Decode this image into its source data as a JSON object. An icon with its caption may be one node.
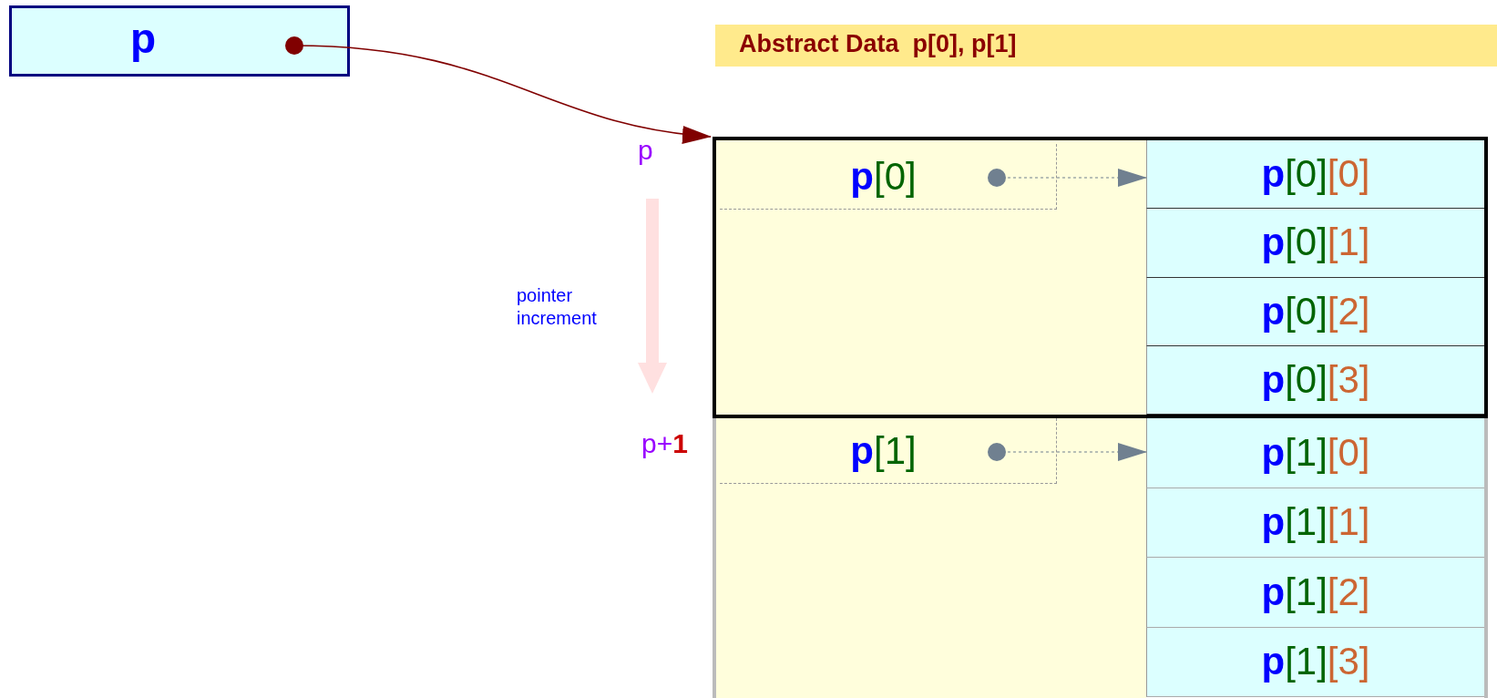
{
  "diagram": {
    "nodes": [
      {
        "text": [
          "p"
        ]
      },
      {
        "text": [
          "Abstract Data  p[0], p[1]"
        ]
      },
      {
        "text": [],
        "shape": "box"
      },
      {
        "text": [
          "p[0]"
        ],
        "in": 2
      },
      {
        "text": [
          "p[0][0]"
        ],
        "in": 2
      },
      {
        "text": [
          "p[0][1]"
        ],
        "in": 2
      },
      {
        "text": [
          "p[0][2]"
        ],
        "in": 2
      },
      {
        "text": [
          "p[0][3]"
        ],
        "in": 2
      },
      {
        "text": [],
        "shape": "box"
      },
      {
        "text": [
          "p[1]"
        ],
        "in": 8
      },
      {
        "text": [
          "p[1][0]"
        ],
        "in": 8
      },
      {
        "text": [
          "p[1][1]"
        ],
        "in": 8
      },
      {
        "text": [
          "p[1][2]"
        ],
        "in": 8
      },
      {
        "text": [
          "p[1][3]"
        ],
        "in": 8
      }
    ],
    "edges": [
      {
        "from": 0,
        "to": 2,
        "arrow": "to",
        "color": "#800000"
      },
      {
        "from": 3,
        "to": 4,
        "arrow": "to",
        "style": "dashed",
        "color": "#708090"
      },
      {
        "from": 9,
        "to": 10,
        "arrow": "to",
        "style": "dashed",
        "color": "#708090"
      }
    ],
    "labels": [
      "p",
      "pointer increment",
      "p+**1**"
    ]
  }
}
